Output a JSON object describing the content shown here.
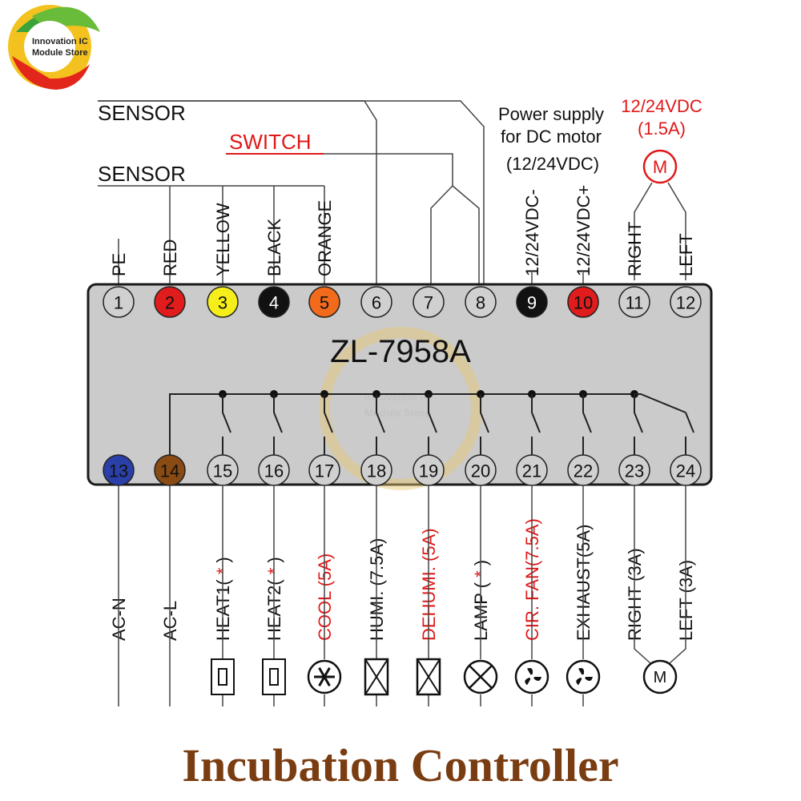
{
  "logo": {
    "line1": "Innovation IC",
    "line2": "Module Store"
  },
  "watermark": {
    "line1": "Innovation IC",
    "line2": "Module Store"
  },
  "model": "ZL-7958A",
  "title": "Incubation Controller",
  "top_labels": {
    "sensor_a": "SENSOR",
    "switch": "SWITCH",
    "sensor_b": "SENSOR",
    "power_line1": "Power supply",
    "power_line2": "for DC motor",
    "power_line3": "(12/24VDC)",
    "motor_rating_line1": "12/24VDC",
    "motor_rating_line2": "(1.5A)",
    "motor_letter": "M"
  },
  "top_terminals": [
    {
      "num": "1",
      "wire": "PE",
      "fill": "#d0d0d0",
      "text_color": "#111111"
    },
    {
      "num": "2",
      "wire": "RED",
      "fill": "#e01c1c",
      "text_color": "#111111"
    },
    {
      "num": "3",
      "wire": "YELLOW",
      "fill": "#f5ee1a",
      "text_color": "#111111"
    },
    {
      "num": "4",
      "wire": "BLACK",
      "fill": "#111111",
      "text_color": "#ffffff"
    },
    {
      "num": "5",
      "wire": "ORANGE",
      "fill": "#f26a1b",
      "text_color": "#111111"
    },
    {
      "num": "6",
      "wire": "",
      "fill": "#d0d0d0",
      "text_color": "#111111"
    },
    {
      "num": "7",
      "wire": "",
      "fill": "#d0d0d0",
      "text_color": "#111111"
    },
    {
      "num": "8",
      "wire": "",
      "fill": "#d0d0d0",
      "text_color": "#111111"
    },
    {
      "num": "9",
      "wire": "12/24VDC-",
      "fill": "#111111",
      "text_color": "#ffffff"
    },
    {
      "num": "10",
      "wire": "12/24VDC+",
      "fill": "#e01c1c",
      "text_color": "#111111"
    },
    {
      "num": "11",
      "wire": "RIGHT",
      "fill": "#d0d0d0",
      "text_color": "#111111"
    },
    {
      "num": "12",
      "wire": "LEFT",
      "fill": "#d0d0d0",
      "text_color": "#111111"
    }
  ],
  "bottom_terminals": [
    {
      "num": "13",
      "output": "AC-N",
      "red_text": "",
      "fill": "#2b3fa8",
      "text_color": "#111111",
      "load": "none"
    },
    {
      "num": "14",
      "output": "AC-L",
      "red_text": "",
      "fill": "#8a4a14",
      "text_color": "#111111",
      "load": "none"
    },
    {
      "num": "15",
      "output": "HEAT1(",
      "red_text": " * ",
      "suffix": ")",
      "fill": "#d0d0d0",
      "text_color": "#111111",
      "load": "heater"
    },
    {
      "num": "16",
      "output": "HEAT2(",
      "red_text": " * ",
      "suffix": ")",
      "fill": "#d0d0d0",
      "text_color": "#111111",
      "load": "heater"
    },
    {
      "num": "17",
      "output": "",
      "red_text": "COOL (5A)",
      "fill": "#d0d0d0",
      "text_color": "#111111",
      "load": "cooler"
    },
    {
      "num": "18",
      "output": "HUMI. (7.5A)",
      "red_text": "",
      "fill": "#d0d0d0",
      "text_color": "#111111",
      "load": "valve"
    },
    {
      "num": "19",
      "output": "",
      "red_text": "DEHUMI. (5A)",
      "fill": "#d0d0d0",
      "text_color": "#111111",
      "load": "valve"
    },
    {
      "num": "20",
      "output": "LAMP (",
      "red_text": " * ",
      "suffix": ")",
      "fill": "#d0d0d0",
      "text_color": "#111111",
      "load": "lamp"
    },
    {
      "num": "21",
      "output": "",
      "red_text": "CIR. FAN(7.5A)",
      "fill": "#d0d0d0",
      "text_color": "#111111",
      "load": "fan"
    },
    {
      "num": "22",
      "output": "EXHAUST(5A)",
      "red_text": "",
      "fill": "#d0d0d0",
      "text_color": "#111111",
      "load": "fan"
    },
    {
      "num": "23",
      "output": "RIGHT (3A)",
      "red_text": "",
      "fill": "#d0d0d0",
      "text_color": "#111111",
      "load": "motor"
    },
    {
      "num": "24",
      "output": "LEFT (3A)",
      "red_text": "",
      "fill": "#d0d0d0",
      "text_color": "#111111",
      "load": "motor"
    }
  ],
  "colors": {
    "panel": "#cbcbcb",
    "panel_border": "#1a1a1a",
    "accent_red": "#e01818",
    "title_brown": "#7a3d12"
  },
  "icons": {
    "heater": "heater-resistor-icon",
    "cooler": "snowflake-cooler-icon",
    "valve": "solenoid-valve-icon",
    "lamp": "lamp-icon",
    "fan": "fan-icon",
    "motor": "motor-icon"
  }
}
